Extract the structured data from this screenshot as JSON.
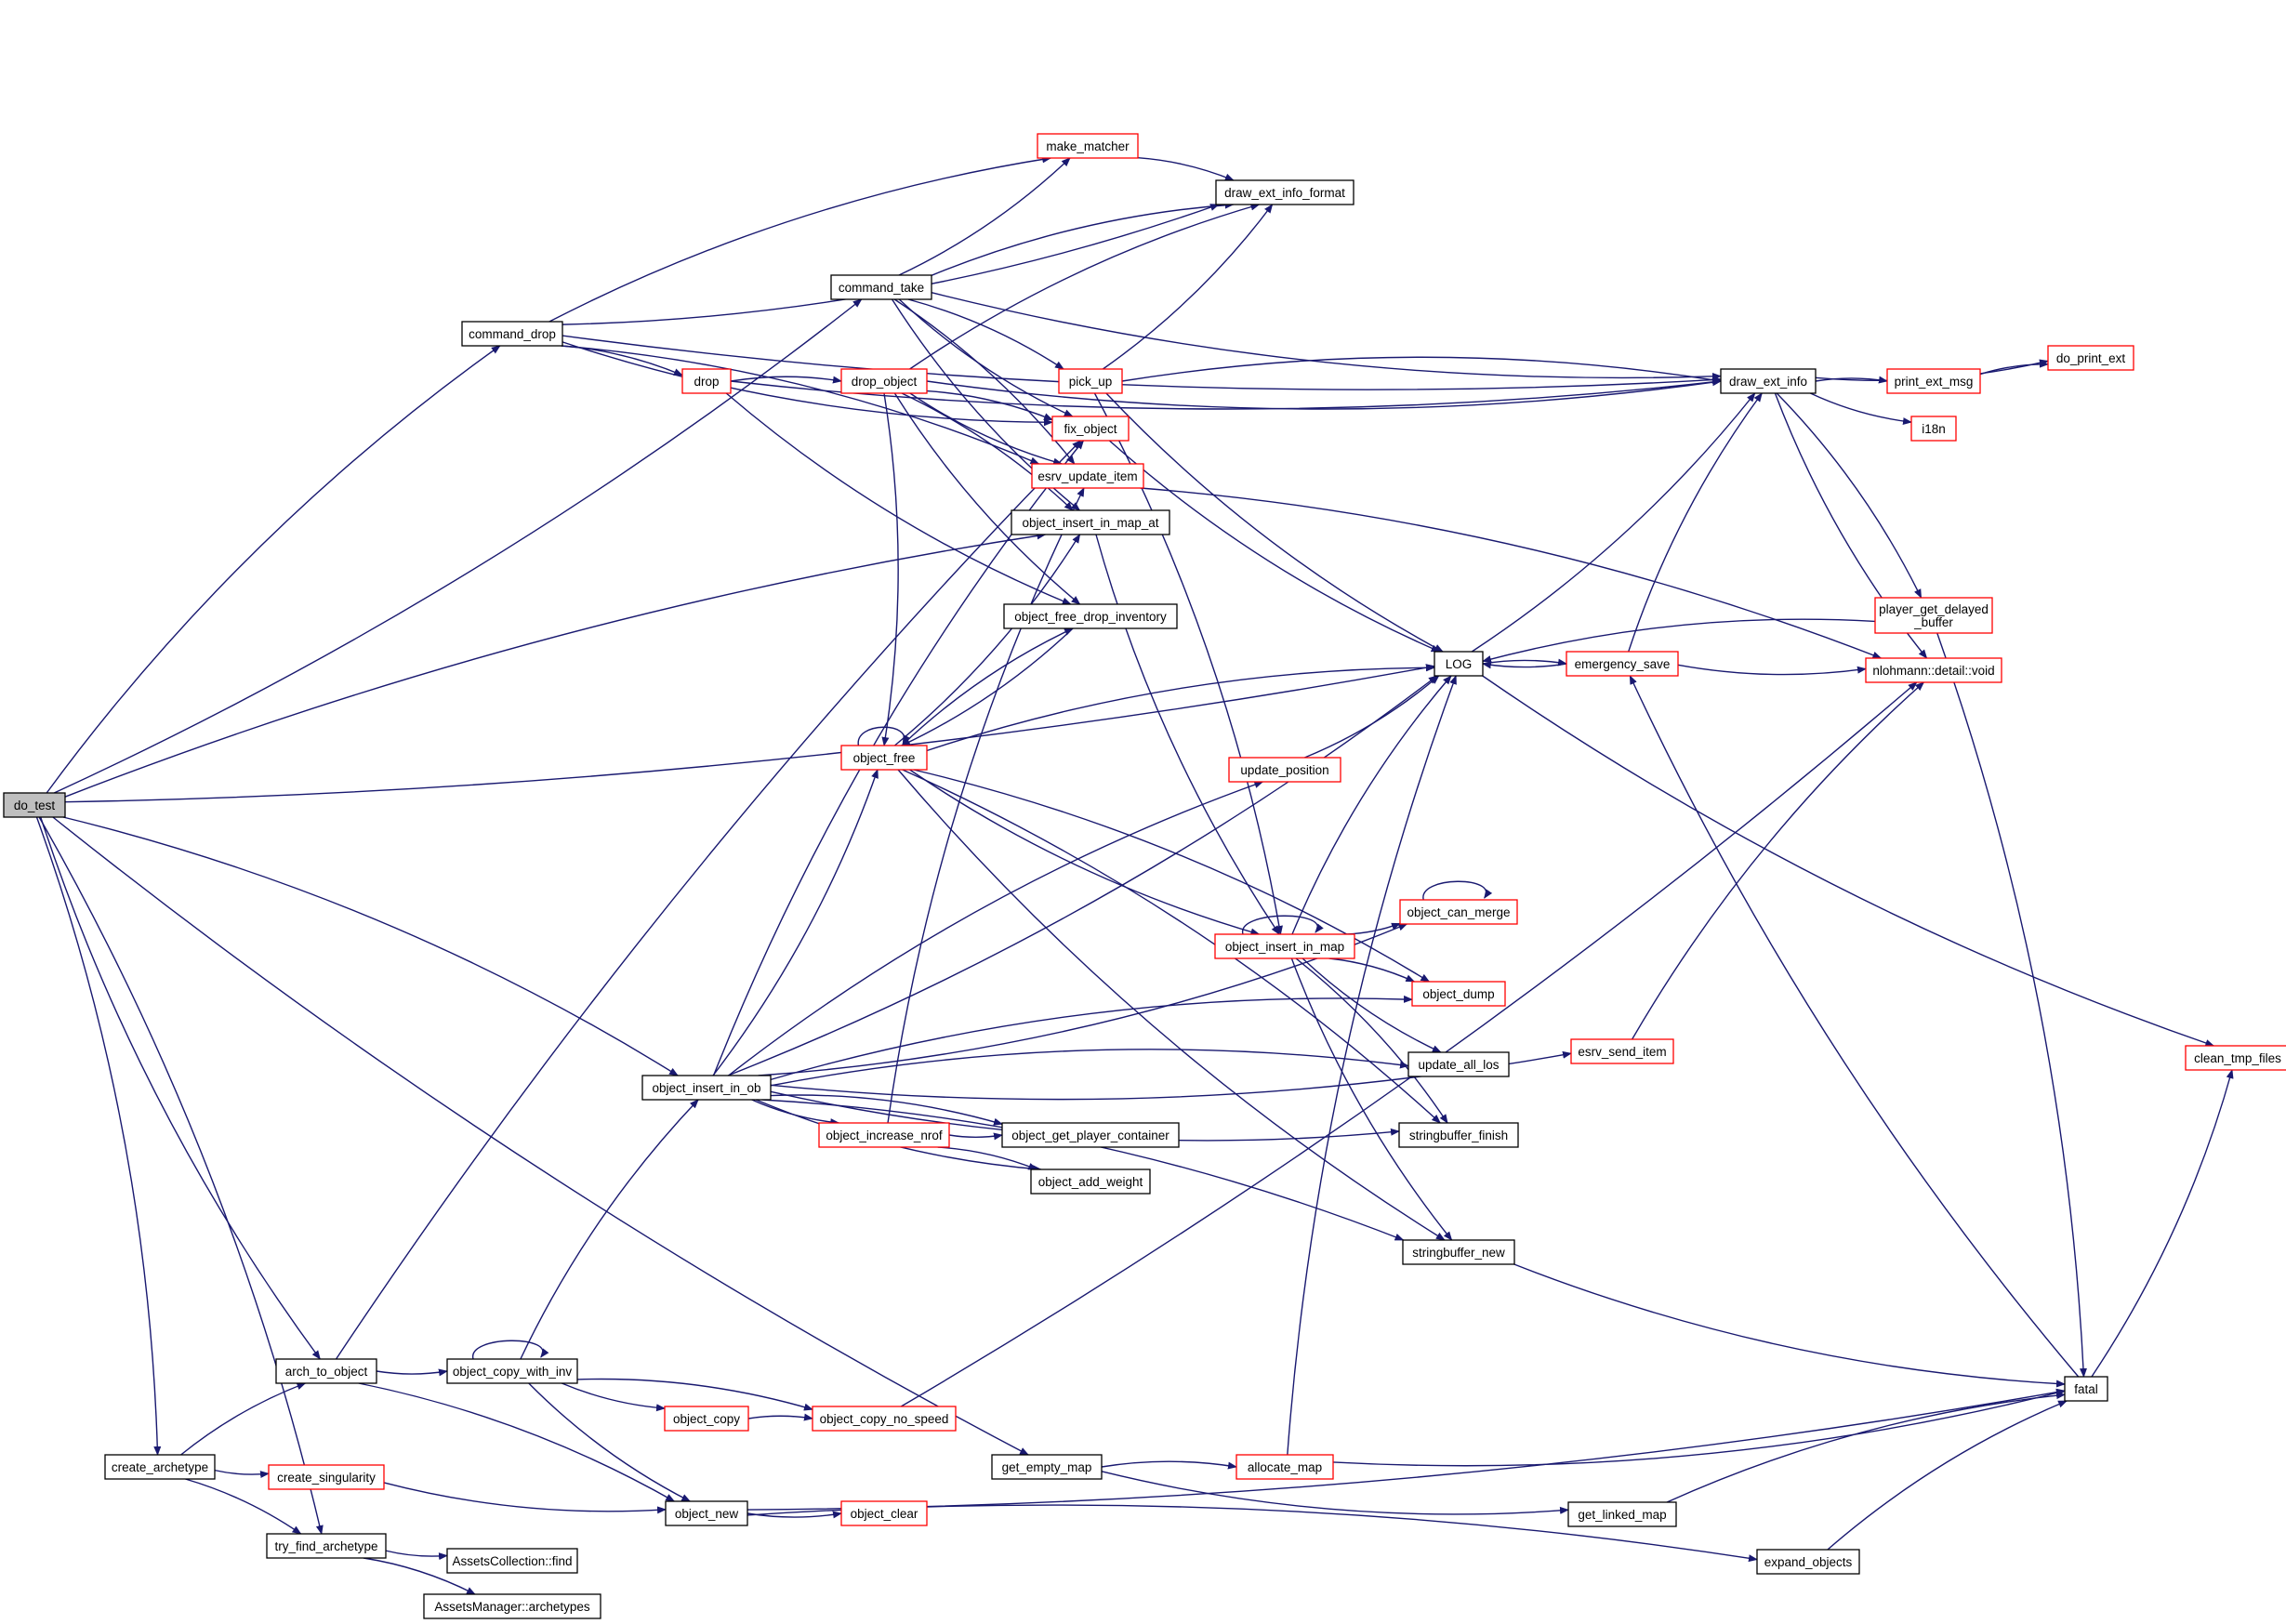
{
  "colors": {
    "edge": "#191970",
    "black_border": "#000000",
    "red_border": "#ff0000",
    "root_fill": "#bfbfbf",
    "node_fill": "#ffffff",
    "text": "#000000"
  },
  "nodes": [
    {
      "id": "do_test",
      "label": "do_test",
      "style": "root"
    },
    {
      "id": "command_drop",
      "label": "command_drop",
      "style": "black"
    },
    {
      "id": "command_take",
      "label": "command_take",
      "style": "black"
    },
    {
      "id": "make_matcher",
      "label": "make_matcher",
      "style": "red"
    },
    {
      "id": "draw_ext_info_format",
      "label": "draw_ext_info_format",
      "style": "black"
    },
    {
      "id": "drop",
      "label": "drop",
      "style": "red"
    },
    {
      "id": "drop_object",
      "label": "drop_object",
      "style": "red"
    },
    {
      "id": "pick_up",
      "label": "pick_up",
      "style": "red"
    },
    {
      "id": "draw_ext_info",
      "label": "draw_ext_info",
      "style": "black"
    },
    {
      "id": "print_ext_msg",
      "label": "print_ext_msg",
      "style": "red"
    },
    {
      "id": "do_print_ext",
      "label": "do_print_ext",
      "style": "red"
    },
    {
      "id": "i18n",
      "label": "i18n",
      "style": "red"
    },
    {
      "id": "fix_object",
      "label": "fix_object",
      "style": "red"
    },
    {
      "id": "esrv_update_item",
      "label": "esrv_update_item",
      "style": "red"
    },
    {
      "id": "object_insert_in_map_at",
      "label": "object_insert_in_map_at",
      "style": "black"
    },
    {
      "id": "object_free_drop_inventory",
      "label": "object_free_drop_inventory",
      "style": "black"
    },
    {
      "id": "player_get_delayed_buffer",
      "label": "player_get_delayed\n_buffer",
      "style": "red"
    },
    {
      "id": "LOG",
      "label": "LOG",
      "style": "black"
    },
    {
      "id": "emergency_save",
      "label": "emergency_save",
      "style": "red"
    },
    {
      "id": "nlohmann_void",
      "label": "nlohmann::detail::void",
      "style": "red"
    },
    {
      "id": "object_free",
      "label": "object_free",
      "style": "red"
    },
    {
      "id": "update_position",
      "label": "update_position",
      "style": "red"
    },
    {
      "id": "object_can_merge",
      "label": "object_can_merge",
      "style": "red"
    },
    {
      "id": "object_insert_in_map",
      "label": "object_insert_in_map",
      "style": "red"
    },
    {
      "id": "object_dump",
      "label": "object_dump",
      "style": "red"
    },
    {
      "id": "esrv_send_item",
      "label": "esrv_send_item",
      "style": "red"
    },
    {
      "id": "clean_tmp_files",
      "label": "clean_tmp_files",
      "style": "red"
    },
    {
      "id": "update_all_los",
      "label": "update_all_los",
      "style": "black"
    },
    {
      "id": "object_insert_in_ob",
      "label": "object_insert_in_ob",
      "style": "black"
    },
    {
      "id": "object_increase_nrof",
      "label": "object_increase_nrof",
      "style": "red"
    },
    {
      "id": "object_get_player_container",
      "label": "object_get_player_container",
      "style": "black"
    },
    {
      "id": "stringbuffer_finish",
      "label": "stringbuffer_finish",
      "style": "black"
    },
    {
      "id": "object_add_weight",
      "label": "object_add_weight",
      "style": "black"
    },
    {
      "id": "stringbuffer_new",
      "label": "stringbuffer_new",
      "style": "black"
    },
    {
      "id": "arch_to_object",
      "label": "arch_to_object",
      "style": "black"
    },
    {
      "id": "object_copy_with_inv",
      "label": "object_copy_with_inv",
      "style": "black"
    },
    {
      "id": "fatal",
      "label": "fatal",
      "style": "black"
    },
    {
      "id": "object_copy",
      "label": "object_copy",
      "style": "red"
    },
    {
      "id": "object_copy_no_speed",
      "label": "object_copy_no_speed",
      "style": "red"
    },
    {
      "id": "create_archetype",
      "label": "create_archetype",
      "style": "black"
    },
    {
      "id": "get_empty_map",
      "label": "get_empty_map",
      "style": "black"
    },
    {
      "id": "allocate_map",
      "label": "allocate_map",
      "style": "red"
    },
    {
      "id": "create_singularity",
      "label": "create_singularity",
      "style": "red"
    },
    {
      "id": "object_new",
      "label": "object_new",
      "style": "black"
    },
    {
      "id": "object_clear",
      "label": "object_clear",
      "style": "red"
    },
    {
      "id": "get_linked_map",
      "label": "get_linked_map",
      "style": "black"
    },
    {
      "id": "try_find_archetype",
      "label": "try_find_archetype",
      "style": "black"
    },
    {
      "id": "AssetsCollection_find",
      "label": "AssetsCollection::find",
      "style": "black"
    },
    {
      "id": "expand_objects",
      "label": "expand_objects",
      "style": "black"
    },
    {
      "id": "AssetsManager_archetypes",
      "label": "AssetsManager::archetypes",
      "style": "black"
    }
  ],
  "edges": [
    [
      "do_test",
      "command_drop"
    ],
    [
      "do_test",
      "command_take"
    ],
    [
      "do_test",
      "object_insert_in_map_at"
    ],
    [
      "do_test",
      "LOG"
    ],
    [
      "do_test",
      "object_insert_in_ob"
    ],
    [
      "do_test",
      "arch_to_object"
    ],
    [
      "do_test",
      "create_archetype"
    ],
    [
      "do_test",
      "get_empty_map"
    ],
    [
      "do_test",
      "try_find_archetype"
    ],
    [
      "command_drop",
      "draw_ext_info_format"
    ],
    [
      "command_drop",
      "make_matcher"
    ],
    [
      "command_drop",
      "draw_ext_info"
    ],
    [
      "command_drop",
      "drop"
    ],
    [
      "command_drop",
      "fix_object"
    ],
    [
      "command_drop",
      "esrv_update_item"
    ],
    [
      "command_take",
      "make_matcher"
    ],
    [
      "command_take",
      "draw_ext_info_format"
    ],
    [
      "command_take",
      "draw_ext_info"
    ],
    [
      "command_take",
      "pick_up"
    ],
    [
      "command_take",
      "fix_object"
    ],
    [
      "command_take",
      "esrv_update_item"
    ],
    [
      "command_take",
      "object_insert_in_map_at"
    ],
    [
      "make_matcher",
      "draw_ext_info_format"
    ],
    [
      "drop",
      "draw_ext_info"
    ],
    [
      "drop",
      "drop_object"
    ],
    [
      "drop",
      "object_free_drop_inventory"
    ],
    [
      "drop_object",
      "draw_ext_info_format"
    ],
    [
      "drop_object",
      "draw_ext_info"
    ],
    [
      "drop_object",
      "fix_object"
    ],
    [
      "drop_object",
      "esrv_update_item"
    ],
    [
      "drop_object",
      "object_insert_in_map_at"
    ],
    [
      "drop_object",
      "object_free_drop_inventory"
    ],
    [
      "drop_object",
      "object_free"
    ],
    [
      "pick_up",
      "draw_ext_info_format"
    ],
    [
      "pick_up",
      "draw_ext_info"
    ],
    [
      "pick_up",
      "LOG"
    ],
    [
      "pick_up",
      "object_insert_in_map"
    ],
    [
      "draw_ext_info",
      "do_print_ext"
    ],
    [
      "draw_ext_info",
      "print_ext_msg"
    ],
    [
      "draw_ext_info",
      "i18n"
    ],
    [
      "draw_ext_info",
      "player_get_delayed_buffer"
    ],
    [
      "draw_ext_info",
      "nlohmann_void"
    ],
    [
      "print_ext_msg",
      "do_print_ext"
    ],
    [
      "fix_object",
      "LOG"
    ],
    [
      "esrv_update_item",
      "nlohmann_void"
    ],
    [
      "object_insert_in_map_at",
      "object_insert_in_map"
    ],
    [
      "object_free_drop_inventory",
      "object_free"
    ],
    [
      "player_get_delayed_buffer",
      "LOG"
    ],
    [
      "player_get_delayed_buffer",
      "fatal"
    ],
    [
      "LOG",
      "draw_ext_info"
    ],
    [
      "LOG",
      "emergency_save"
    ],
    [
      "LOG",
      "clean_tmp_files"
    ],
    [
      "emergency_save",
      "draw_ext_info"
    ],
    [
      "emergency_save",
      "nlohmann_void"
    ],
    [
      "emergency_save",
      "LOG"
    ],
    [
      "object_free",
      "object_free"
    ],
    [
      "object_free",
      "LOG"
    ],
    [
      "object_free",
      "object_insert_in_map_at"
    ],
    [
      "object_free",
      "object_free_drop_inventory"
    ],
    [
      "object_free",
      "object_insert_in_map"
    ],
    [
      "object_free",
      "stringbuffer_finish"
    ],
    [
      "object_free",
      "stringbuffer_new"
    ],
    [
      "object_free",
      "object_dump"
    ],
    [
      "update_position",
      "LOG"
    ],
    [
      "object_insert_in_map",
      "object_insert_in_map"
    ],
    [
      "object_insert_in_map",
      "object_can_merge"
    ],
    [
      "object_insert_in_map",
      "object_dump"
    ],
    [
      "object_insert_in_map",
      "update_all_los"
    ],
    [
      "object_insert_in_map",
      "stringbuffer_finish"
    ],
    [
      "object_insert_in_map",
      "stringbuffer_new"
    ],
    [
      "object_insert_in_map",
      "LOG"
    ],
    [
      "object_can_merge",
      "object_can_merge"
    ],
    [
      "esrv_send_item",
      "nlohmann_void"
    ],
    [
      "object_insert_in_ob",
      "LOG"
    ],
    [
      "object_insert_in_ob",
      "fix_object"
    ],
    [
      "object_insert_in_ob",
      "object_free"
    ],
    [
      "object_insert_in_ob",
      "update_position"
    ],
    [
      "object_insert_in_ob",
      "object_can_merge"
    ],
    [
      "object_insert_in_ob",
      "object_dump"
    ],
    [
      "object_insert_in_ob",
      "object_increase_nrof"
    ],
    [
      "object_insert_in_ob",
      "object_get_player_container"
    ],
    [
      "object_insert_in_ob",
      "object_add_weight"
    ],
    [
      "object_insert_in_ob",
      "update_all_los"
    ],
    [
      "object_insert_in_ob",
      "stringbuffer_finish"
    ],
    [
      "object_insert_in_ob",
      "stringbuffer_new"
    ],
    [
      "object_insert_in_ob",
      "esrv_send_item"
    ],
    [
      "object_increase_nrof",
      "esrv_update_item"
    ],
    [
      "object_increase_nrof",
      "object_get_player_container"
    ],
    [
      "object_increase_nrof",
      "object_add_weight"
    ],
    [
      "stringbuffer_new",
      "fatal"
    ],
    [
      "arch_to_object",
      "fix_object"
    ],
    [
      "arch_to_object",
      "object_copy_with_inv"
    ],
    [
      "arch_to_object",
      "object_new"
    ],
    [
      "object_copy_with_inv",
      "object_copy_with_inv"
    ],
    [
      "object_copy_with_inv",
      "object_insert_in_ob"
    ],
    [
      "object_copy_with_inv",
      "object_copy"
    ],
    [
      "object_copy_with_inv",
      "object_copy_no_speed"
    ],
    [
      "object_copy_with_inv",
      "object_new"
    ],
    [
      "object_copy",
      "object_copy_no_speed"
    ],
    [
      "object_copy_no_speed",
      "nlohmann_void"
    ],
    [
      "fatal",
      "emergency_save"
    ],
    [
      "fatal",
      "clean_tmp_files"
    ],
    [
      "create_archetype",
      "arch_to_object"
    ],
    [
      "create_archetype",
      "create_singularity"
    ],
    [
      "create_archetype",
      "try_find_archetype"
    ],
    [
      "create_singularity",
      "object_new"
    ],
    [
      "get_empty_map",
      "allocate_map"
    ],
    [
      "get_empty_map",
      "get_linked_map"
    ],
    [
      "allocate_map",
      "LOG"
    ],
    [
      "allocate_map",
      "fatal"
    ],
    [
      "get_linked_map",
      "fatal"
    ],
    [
      "object_new",
      "object_clear"
    ],
    [
      "object_new",
      "expand_objects"
    ],
    [
      "object_new",
      "fatal"
    ],
    [
      "expand_objects",
      "fatal"
    ],
    [
      "try_find_archetype",
      "AssetsCollection_find"
    ],
    [
      "try_find_archetype",
      "AssetsManager_archetypes"
    ]
  ]
}
